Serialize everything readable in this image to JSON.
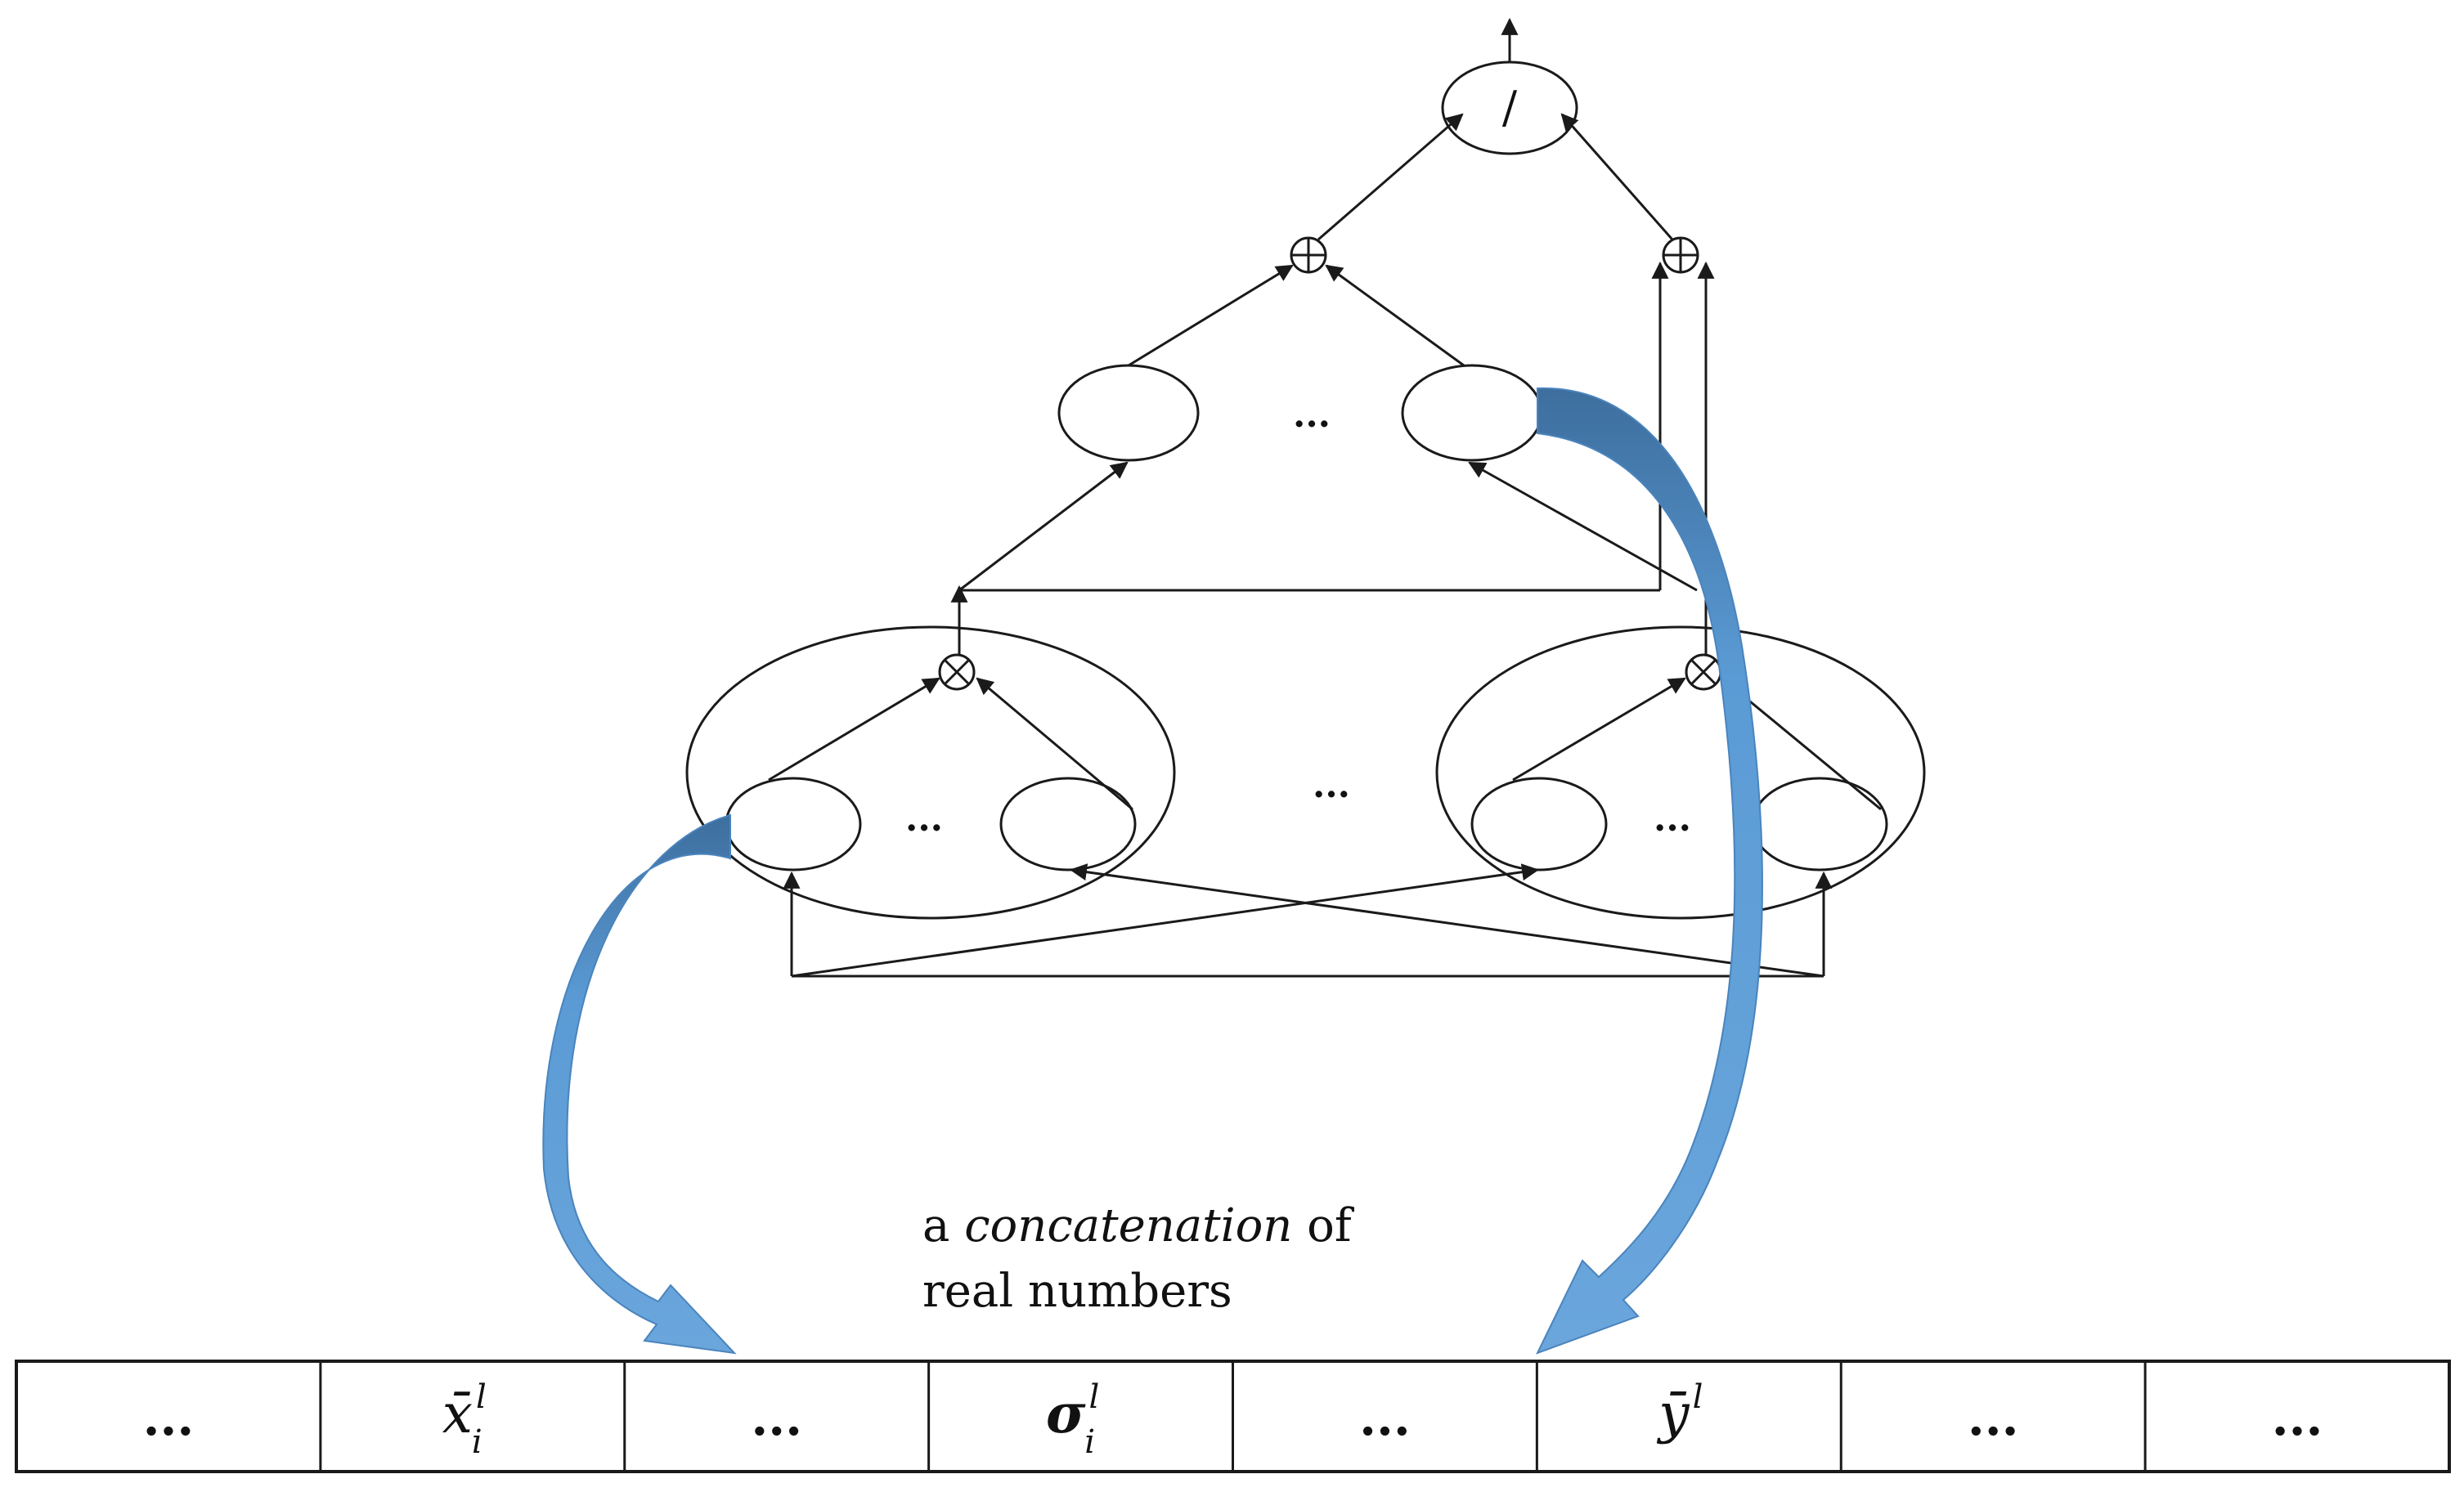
{
  "network": {
    "output_operator": "/",
    "sum_operator": "⊕",
    "product_operator": "⊗",
    "ellipsis": "..."
  },
  "caption": {
    "line1_prefix": "a ",
    "line1_emph": "concatenation",
    "line1_suffix": " of",
    "line2": "real numbers"
  },
  "chromosome": {
    "cells": [
      {
        "id": "c1",
        "kind": "text",
        "text": "..."
      },
      {
        "id": "c2",
        "kind": "var",
        "base": "x̄",
        "sup": "l",
        "sub": "i"
      },
      {
        "id": "c3",
        "kind": "text",
        "text": "..."
      },
      {
        "id": "c4",
        "kind": "var",
        "base": "σ",
        "sup": "l",
        "sub": "i"
      },
      {
        "id": "c5",
        "kind": "text",
        "text": "..."
      },
      {
        "id": "c6",
        "kind": "var",
        "base": "ȳ",
        "sup": "l",
        "sub": ""
      },
      {
        "id": "c7",
        "kind": "text",
        "text": "..."
      },
      {
        "id": "c8",
        "kind": "text",
        "text": "..."
      }
    ]
  },
  "colors": {
    "arrow_fill": "#5b9bd5",
    "arrow_dark": "#3d6e9e",
    "stroke": "#1a1a1a"
  }
}
